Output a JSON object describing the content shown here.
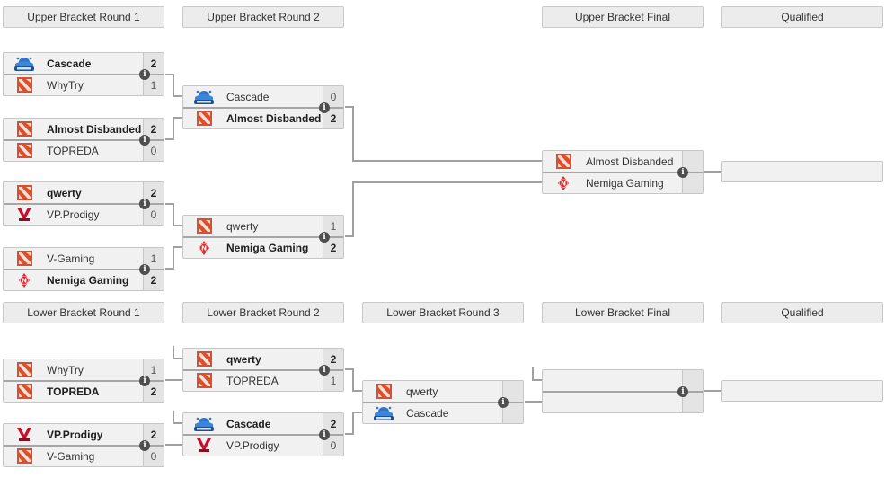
{
  "upper": {
    "headers": [
      "Upper Bracket Round 1",
      "Upper Bracket Round 2",
      "Upper Bracket Final",
      "Qualified"
    ],
    "round1": [
      {
        "top": {
          "team": "Cascade",
          "logo": "cascade-logo",
          "score": "2",
          "winner": true
        },
        "bottom": {
          "team": "WhyTry",
          "logo": "dota-logo",
          "score": "1",
          "winner": false
        }
      },
      {
        "top": {
          "team": "Almost Disbanded",
          "logo": "dota-logo",
          "score": "2",
          "winner": true
        },
        "bottom": {
          "team": "TOPREDA",
          "logo": "dota-logo",
          "score": "0",
          "winner": false
        }
      },
      {
        "top": {
          "team": "qwerty",
          "logo": "dota-logo",
          "score": "2",
          "winner": true
        },
        "bottom": {
          "team": "VP.Prodigy",
          "logo": "vp-logo",
          "score": "0",
          "winner": false
        }
      },
      {
        "top": {
          "team": "V-Gaming",
          "logo": "dota-logo",
          "score": "1",
          "winner": false
        },
        "bottom": {
          "team": "Nemiga Gaming",
          "logo": "nemiga-logo",
          "score": "2",
          "winner": true
        }
      }
    ],
    "round2": [
      {
        "top": {
          "team": "Cascade",
          "logo": "cascade-logo",
          "score": "0",
          "winner": false
        },
        "bottom": {
          "team": "Almost Disbanded",
          "logo": "dota-logo",
          "score": "2",
          "winner": true
        }
      },
      {
        "top": {
          "team": "qwerty",
          "logo": "dota-logo",
          "score": "1",
          "winner": false
        },
        "bottom": {
          "team": "Nemiga Gaming",
          "logo": "nemiga-logo",
          "score": "2",
          "winner": true
        }
      }
    ],
    "final": {
      "top": {
        "team": "Almost Disbanded",
        "logo": "dota-logo",
        "score": "",
        "winner": false
      },
      "bottom": {
        "team": "Nemiga Gaming",
        "logo": "nemiga-logo",
        "score": "",
        "winner": false
      }
    },
    "qualified": ""
  },
  "lower": {
    "headers": [
      "Lower Bracket Round 1",
      "Lower Bracket Round 2",
      "Lower Bracket Round 3",
      "Lower Bracket Final",
      "Qualified"
    ],
    "round1": [
      {
        "top": {
          "team": "WhyTry",
          "logo": "dota-logo",
          "score": "1",
          "winner": false
        },
        "bottom": {
          "team": "TOPREDA",
          "logo": "dota-logo",
          "score": "2",
          "winner": true
        }
      },
      {
        "top": {
          "team": "VP.Prodigy",
          "logo": "vp-logo",
          "score": "2",
          "winner": true
        },
        "bottom": {
          "team": "V-Gaming",
          "logo": "dota-logo",
          "score": "0",
          "winner": false
        }
      }
    ],
    "round2": [
      {
        "top": {
          "team": "qwerty",
          "logo": "dota-logo",
          "score": "2",
          "winner": true
        },
        "bottom": {
          "team": "TOPREDA",
          "logo": "dota-logo",
          "score": "1",
          "winner": false
        }
      },
      {
        "top": {
          "team": "Cascade",
          "logo": "cascade-logo",
          "score": "2",
          "winner": true
        },
        "bottom": {
          "team": "VP.Prodigy",
          "logo": "vp-logo",
          "score": "0",
          "winner": false
        }
      }
    ],
    "round3": [
      {
        "top": {
          "team": "qwerty",
          "logo": "dota-logo",
          "score": "",
          "winner": false
        },
        "bottom": {
          "team": "Cascade",
          "logo": "cascade-logo",
          "score": "",
          "winner": false
        }
      }
    ],
    "final": {
      "top": {
        "team": "",
        "logo": "",
        "score": "",
        "winner": false
      },
      "bottom": {
        "team": "",
        "logo": "",
        "score": "",
        "winner": false
      }
    },
    "qualified": ""
  },
  "info_icon_glyph": "i",
  "colors": {
    "dota_red": "#d9502f",
    "cascade_blue": "#2f74c8",
    "vp_red": "#c8102e",
    "nemiga_red": "#e3262b"
  }
}
